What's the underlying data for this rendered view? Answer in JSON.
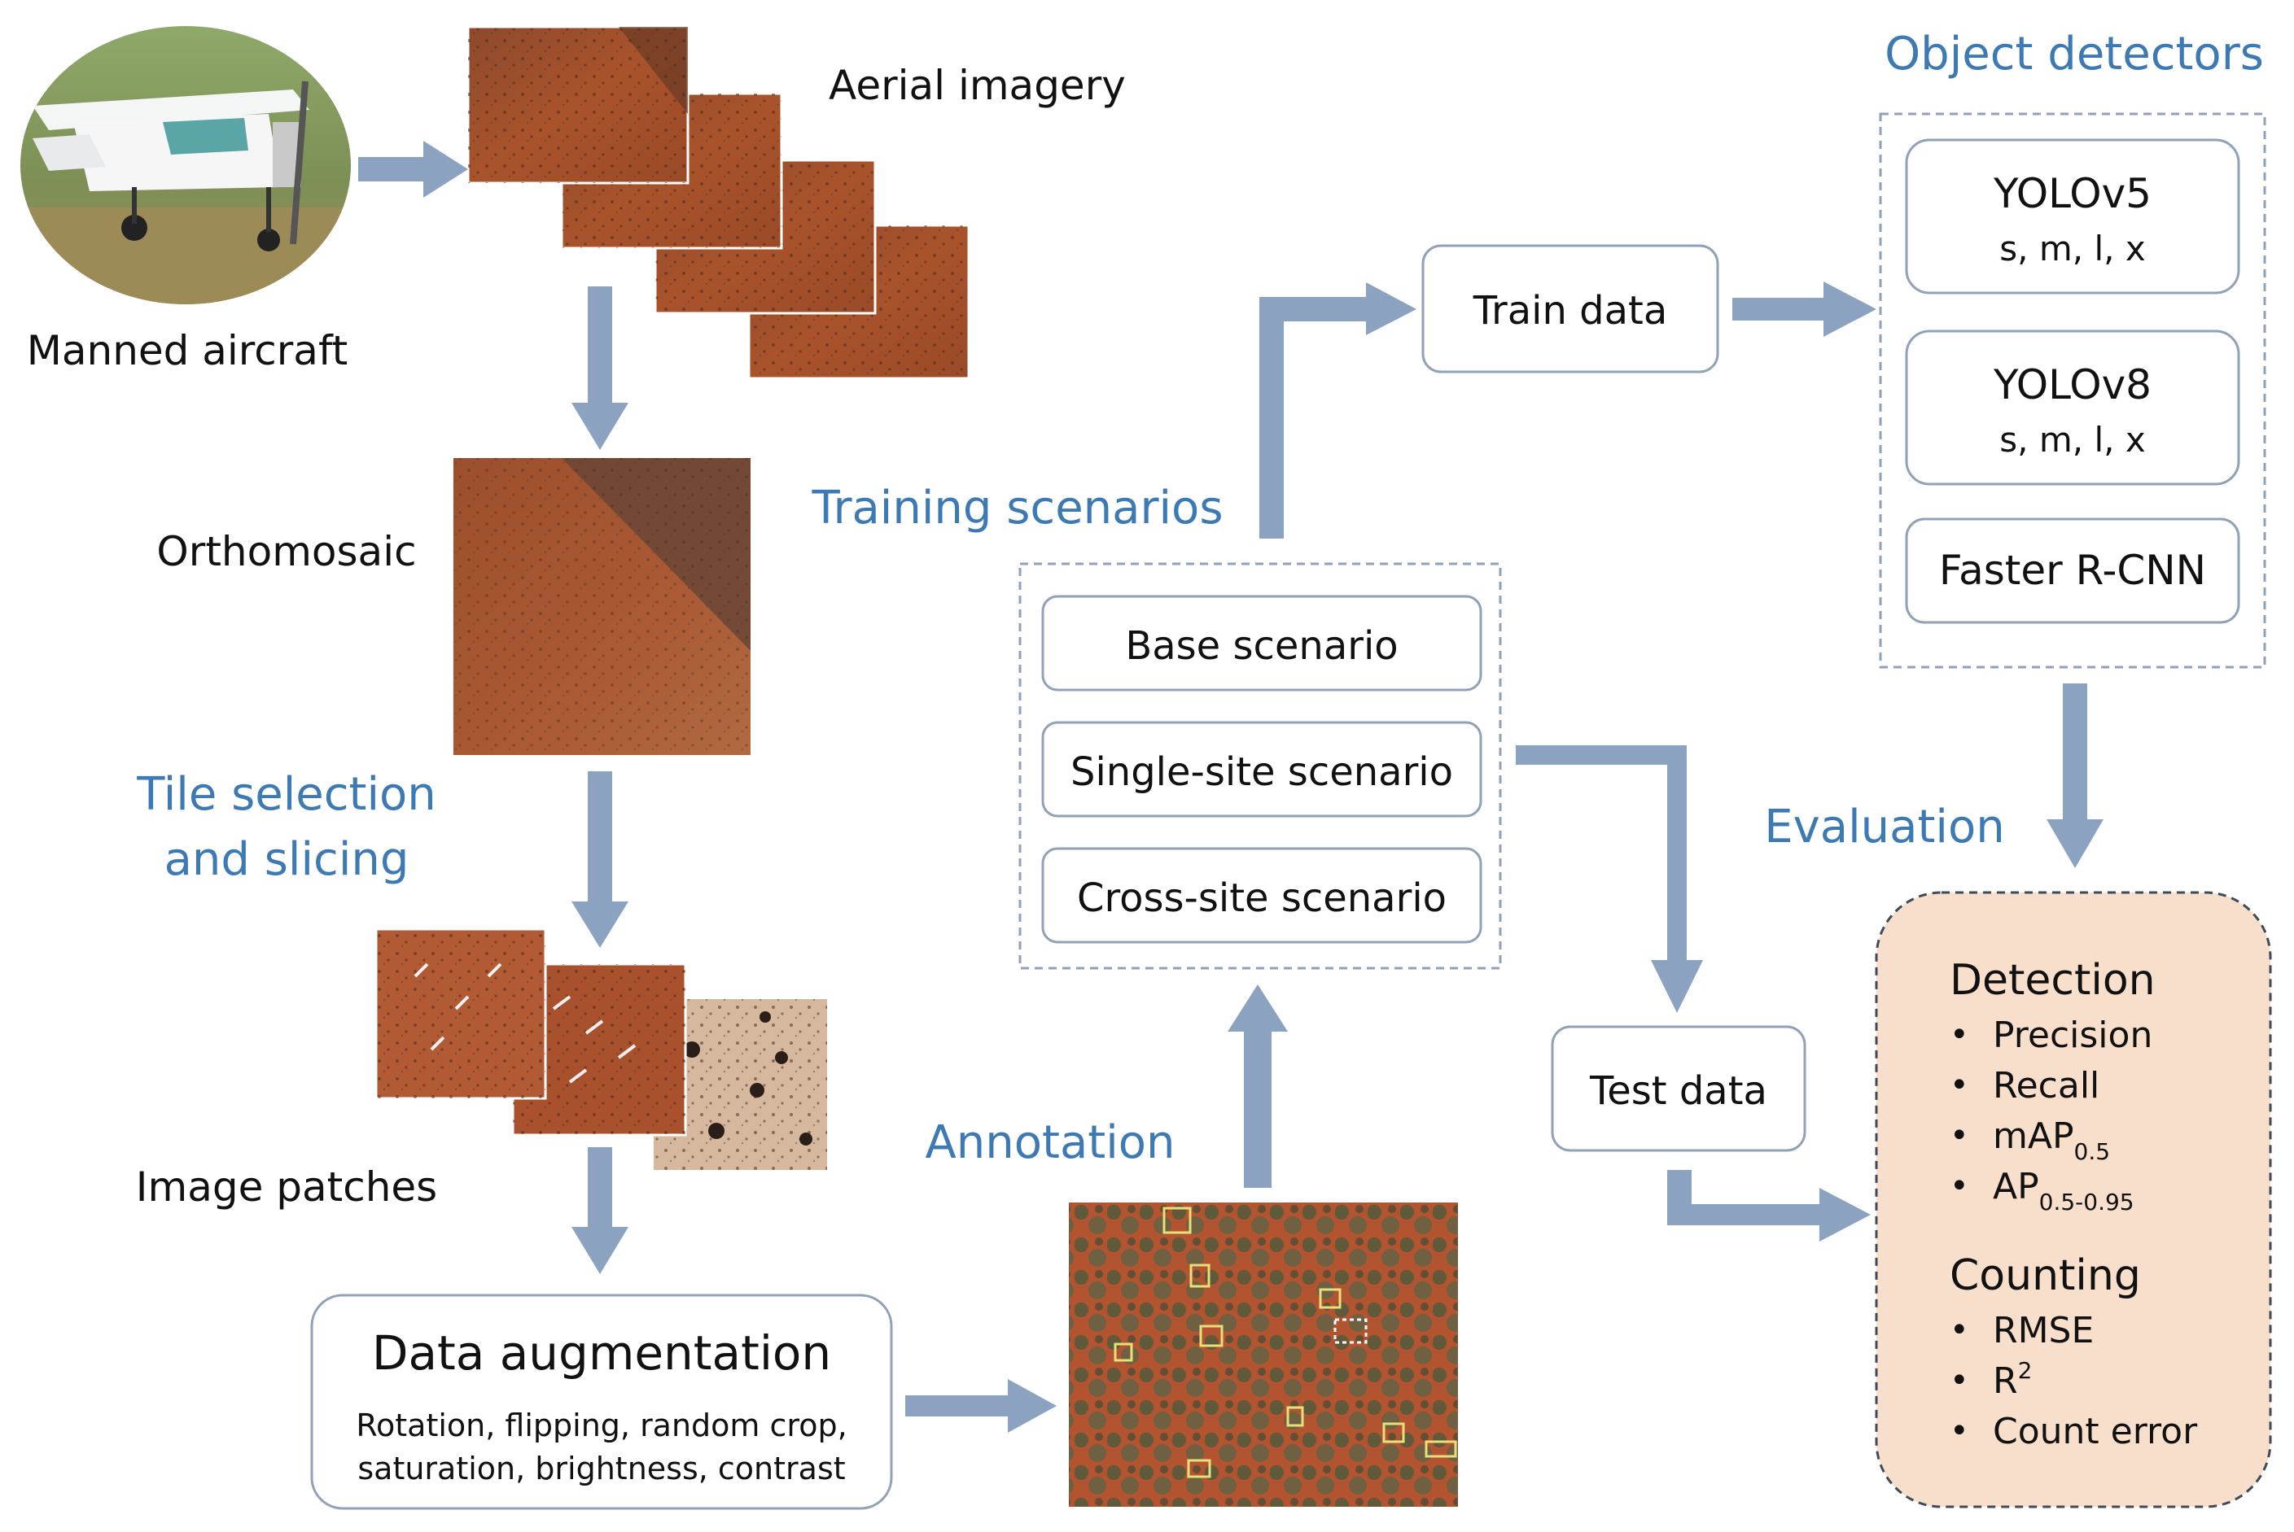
{
  "colors": {
    "accent_text": "#3d7ab3",
    "arrow": "#8ba3c1",
    "box_border": "#8fa2b8",
    "eval_fill": "#f8dfcb",
    "soil": "#a64b26",
    "soil_dark": "#5e3b2c"
  },
  "labels": {
    "manned_aircraft": "Manned aircraft",
    "aerial_imagery": "Aerial imagery",
    "orthomosaic": "Orthomosaic",
    "tile_selection_line1": "Tile selection",
    "tile_selection_line2": "and slicing",
    "image_patches": "Image patches",
    "training_scenarios": "Training scenarios",
    "annotation": "Annotation",
    "object_detectors": "Object detectors",
    "evaluation": "Evaluation"
  },
  "data_augmentation": {
    "title": "Data augmentation",
    "line1": "Rotation, flipping, random crop,",
    "line2": "saturation, brightness, contrast"
  },
  "scenarios": [
    "Base scenario",
    "Single-site scenario",
    "Cross-site scenario"
  ],
  "train_data": "Train data",
  "test_data": "Test data",
  "detectors": [
    {
      "name": "YOLOv5",
      "variants": "s, m, l, x"
    },
    {
      "name": "YOLOv8",
      "variants": "s, m, l, x"
    },
    {
      "name": "Faster R-CNN",
      "variants": ""
    }
  ],
  "metrics": {
    "detection_title": "Detection",
    "detection_items": [
      {
        "text": "Precision",
        "sub": "",
        "sup": ""
      },
      {
        "text": "Recall",
        "sub": "",
        "sup": ""
      },
      {
        "text": "mAP",
        "sub": "0.5",
        "sup": ""
      },
      {
        "text": "AP",
        "sub": "0.5-0.95",
        "sup": ""
      }
    ],
    "counting_title": "Counting",
    "counting_items": [
      {
        "text": "RMSE",
        "sub": "",
        "sup": ""
      },
      {
        "text": "R",
        "sub": "",
        "sup": "2"
      },
      {
        "text": "Count error",
        "sub": "",
        "sup": ""
      }
    ],
    "bullet": "•"
  }
}
